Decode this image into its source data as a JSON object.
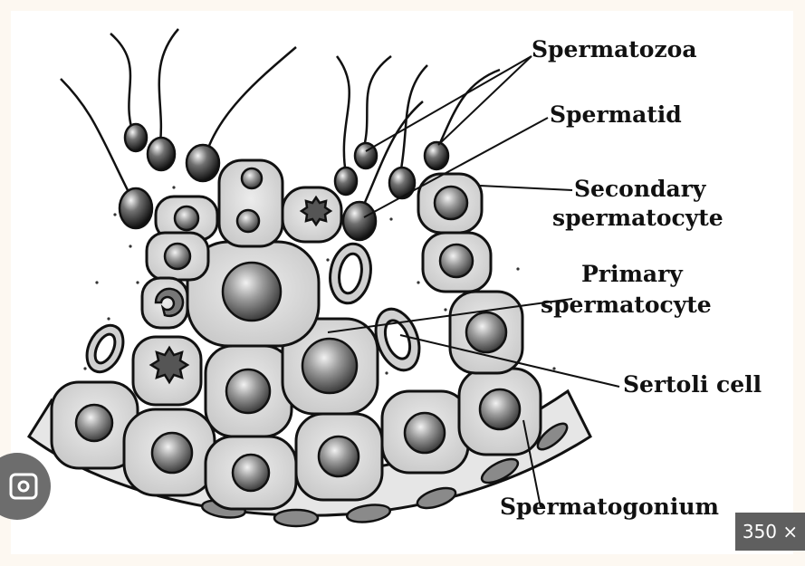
{
  "labels": {
    "spermatozoa": "Spermatozoa",
    "spermatid": "Spermatid",
    "secondary_1": "Secondary",
    "secondary_2": "spermatocyte",
    "primary_1": "Primary",
    "primary_2": "spermatocyte",
    "sertoli": "Sertoli cell",
    "spermatogonium": "Spermatogonium"
  },
  "badge": {
    "zoom_text": "350 ×"
  },
  "icons": {
    "lens": "image-search-icon"
  },
  "colors": {
    "ink": "#111111",
    "cell_fill": "#dcdcdc",
    "nucleus": "#6e6e6e",
    "badge_bg": "#5f5f5f"
  }
}
